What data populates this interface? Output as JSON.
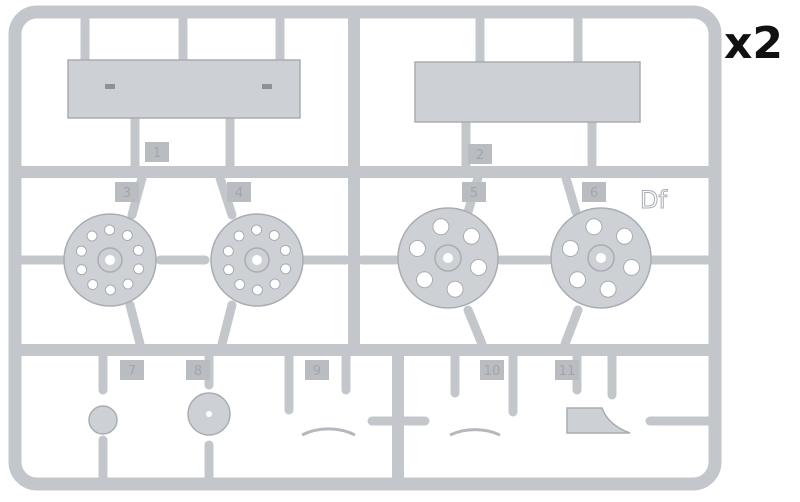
{
  "multiplier": "x2",
  "sprue_code": "Df",
  "part_numbers": [
    "1",
    "2",
    "3",
    "4",
    "5",
    "6",
    "7",
    "8",
    "9",
    "10",
    "11"
  ],
  "colors": {
    "plastic": "#cdd0d4",
    "runner": "#c3c7cb",
    "edge": "#a9adb2"
  }
}
